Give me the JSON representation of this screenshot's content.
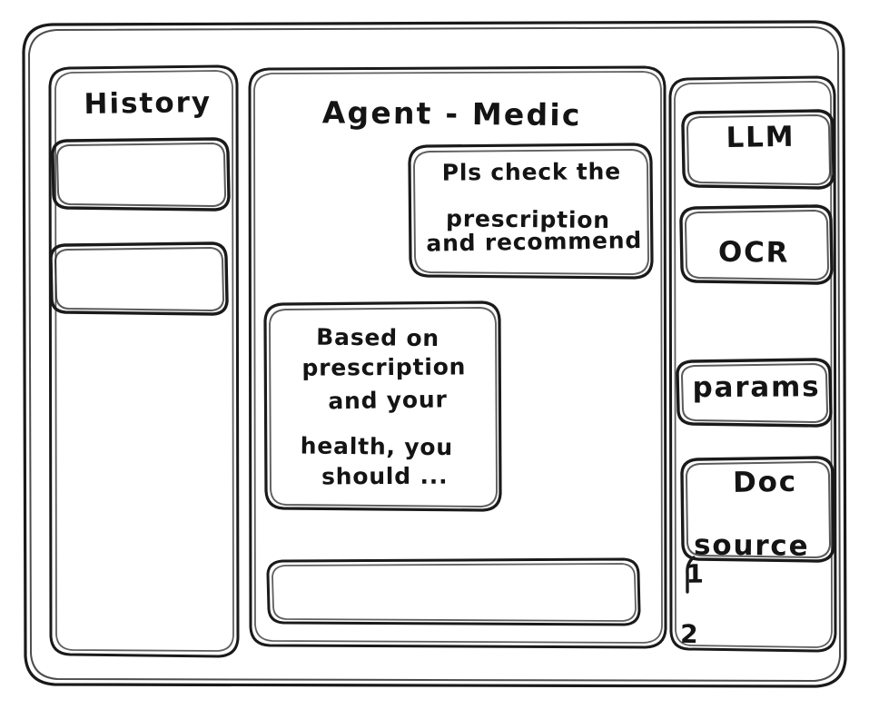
{
  "app": {
    "style": "hand-drawn-wireframe",
    "stroke_color": "#1a1a1a",
    "background_color": "#ffffff"
  },
  "left_sidebar": {
    "heading": "History",
    "items": [
      {
        "label": ""
      },
      {
        "label": ""
      }
    ]
  },
  "main_panel": {
    "title": "Agent - Medic",
    "messages": [
      {
        "role": "user",
        "align": "right",
        "lines": [
          "Pls check the",
          "prescription",
          "and recommend"
        ]
      },
      {
        "role": "assistant",
        "align": "left",
        "lines": [
          "Based on",
          "prescription",
          "and your",
          "health, you",
          "should ..."
        ]
      }
    ],
    "composer": {
      "value": "",
      "placeholder": ""
    }
  },
  "right_sidebar": {
    "cards": [
      {
        "lines": [
          "LLM"
        ]
      },
      {
        "lines": [
          "OCR"
        ]
      },
      {
        "lines": [
          "params"
        ]
      },
      {
        "lines": [
          "Doc",
          "source"
        ]
      }
    ],
    "markers": [
      {
        "label": "1"
      },
      {
        "label": "2"
      }
    ]
  }
}
